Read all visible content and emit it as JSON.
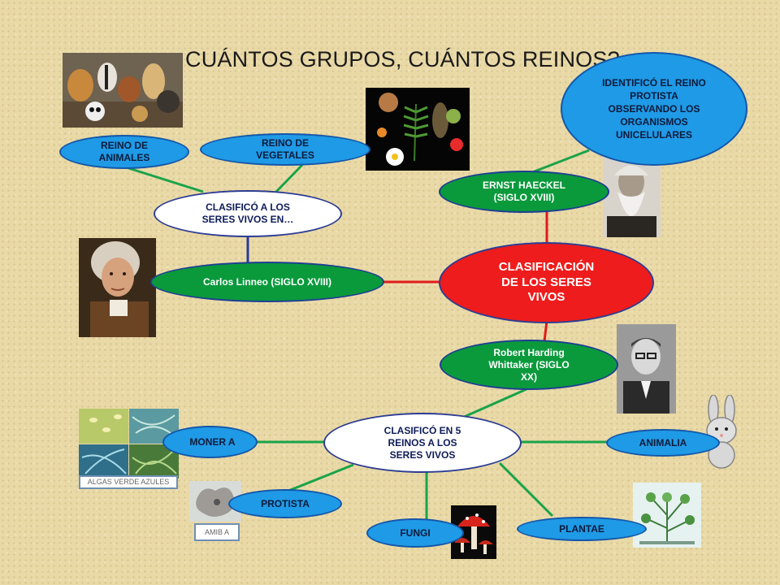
{
  "title": "CUÁNTOS GRUPOS, CUÁNTOS REINOS?",
  "nodes": {
    "center": "CLASIFICACIÓN DE LOS SERES VIVOS",
    "linneo": "Carlos Linneo (SIGLO XVIII)",
    "clasifico_linneo": "CLASIFICÓ A LOS SERES VIVOS EN…",
    "animales": "REINO DE ANIMALES",
    "vegetales": "REINO DE VEGETALES",
    "haeckel": "ERNST HAECKEL (SIGLO XVIII)",
    "protista_note": "IDENTIFICÓ EL REINO PROTISTA OBSERVANDO LOS ORGANISMOS UNICELULARES",
    "whittaker": "Robert Harding Whittaker (SIGLO XX)",
    "clasifico_5": "CLASIFICÓ EN 5 REINOS A LOS SERES VIVOS",
    "monera": "MONER A",
    "protista": "PROTISTA",
    "fungi": "FUNGI",
    "plantae": "PLANTAE",
    "animalia": "ANIMALIA"
  },
  "captions": {
    "algas": "ALGAS VERDE AZULES",
    "amiba": "AMIB A"
  },
  "colors": {
    "background": "#e9d9a6",
    "center": "#ee1c1c",
    "person_node": "#0a9a3c",
    "kingdom_node": "#1f9ae6",
    "line_red": "#e01b1b",
    "line_green": "#1aa34a",
    "line_blue": "#2a3a9a"
  },
  "icons": [
    "animals-photo",
    "plants-photo",
    "haeckel-portrait",
    "linneo-portrait",
    "whittaker-portrait",
    "bacteria-photo",
    "amoeba-photo",
    "mushroom-photo",
    "plant-photo",
    "bunny-icon"
  ]
}
